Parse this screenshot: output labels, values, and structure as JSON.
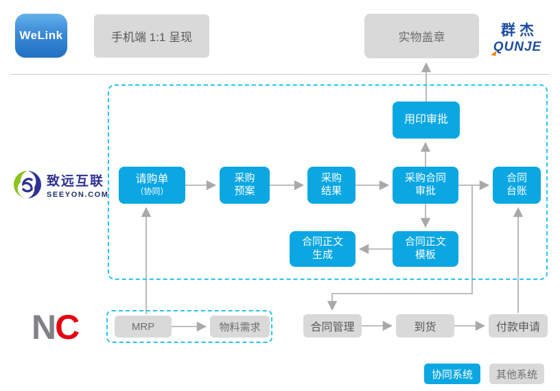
{
  "header": {
    "welink_logo": "WeLink",
    "mobile_note": "手机端 1:1 呈现",
    "physical_seal": "实物盖章",
    "qunje_logo": {
      "cn": "群杰",
      "en": "QUNJE"
    }
  },
  "seeyon_logo": {
    "cn": "致远互联",
    "en": "SEEYON.COM"
  },
  "nc_logo": {
    "n": "N",
    "c": "C"
  },
  "flow": {
    "seal_approval": "用印审批",
    "purchase_request": {
      "line1": "请购单",
      "line2": "（协同）"
    },
    "purchase_plan": {
      "line1": "采购",
      "line2": "预案"
    },
    "purchase_result": {
      "line1": "采购",
      "line2": "结果"
    },
    "contract_approval": {
      "line1": "采购合同",
      "line2": "审批"
    },
    "contract_ledger": {
      "line1": "合同",
      "line2": "台账"
    },
    "contract_text_generate": {
      "line1": "合同正文",
      "line2": "生成"
    },
    "contract_text_template": {
      "line1": "合同正文",
      "line2": "模板"
    }
  },
  "nc_flow": {
    "mrp": "MRP",
    "material_demand": "物料需求"
  },
  "bottom_flow": {
    "contract_manage": "合同管理",
    "arrival": "到货",
    "payment_request": "付款申请"
  },
  "legend": {
    "collab": "协同系统",
    "other": "其他系统"
  },
  "colors": {
    "node_blue": "#0ba7e2",
    "box_gray": "#d9d9d9",
    "dashed_cyan": "#25c3f2",
    "line_gray": "#a9a9a9",
    "qunje_blue": "#1c4da1",
    "qunje_orange": "#f08300",
    "seeyon_blue": "#2e3192",
    "seeyon_green": "#8dc21f",
    "nc_gray": "#808285",
    "nc_red": "#e60012"
  }
}
